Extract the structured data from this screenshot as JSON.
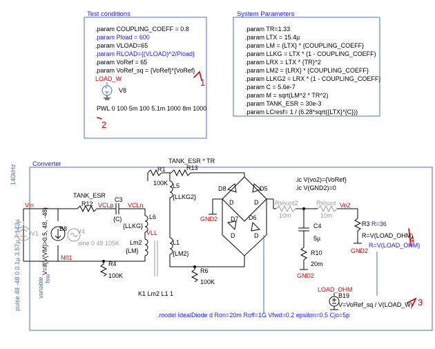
{
  "test_conditions": {
    "title": "Test conditions",
    "lines": [
      {
        "text": ".param COUPLING_COEFF = 0.8",
        "color": "#000000"
      },
      {
        "text": ".param Pload = 600",
        "color": "#1a1aff"
      },
      {
        "text": ".param VLOAD=65",
        "color": "#000000"
      },
      {
        "text": ".param RLOAD={(VLOAD)^2/Pload}",
        "color": "#1a1aff"
      },
      {
        "text": ".param VoRef = 65",
        "color": "#000000"
      },
      {
        "text": ".param VoRef_sq = {VoRef}*{VoRef}",
        "color": "#000000"
      }
    ],
    "source_label": "LOAD_W",
    "source_name": "V8",
    "pwl": "PWL 0 100 5m 100 5.1m 1000 8m 1000"
  },
  "system_parameters": {
    "title": "System Parameters",
    "lines": [
      ".param TR=1.33",
      ".param LTX = 15.4µ",
      ".param LM = {LTX} * {COUPLING_COEFF}",
      ".param LLKG = LTX * (1 - COUPLING_COEFF)",
      ".param LRX = LTX * {TR}^2",
      ".param LM2 = {LRX} * {COUPLING_COEFF}",
      ".param LLKG2 = LRX * (1 - COUPLING_COEFF)",
      ".param C = 5.6e-7",
      ".param M = sqrt(LM^2 * TR^2)",
      ".param TANK_ESR = 30e-3",
      ".param LCresf= 1 / (6.28*sqrt({LTX}*{C}))"
    ]
  },
  "converter": {
    "title": "Converter",
    "side_freq": "140kHz",
    "pulse_text": "pulse 48 -48 0 0.1µ 3.57µ 7.143µ",
    "variable_text": "variable",
    "fsw_text": "fsw",
    "sine_text": "sine 0 48 105K",
    "b8_expr": "V=if(V(VM)>0.5, 48, -48)",
    "model_text": ".model IdealDiode d Ron=20m Roff=1G Vfwd=0.2 epsilon=0.5 Cjo=5p",
    "ic_lines": [
      ".ic V(vo2)={VoRef}",
      ".ic V(GND2)=0"
    ],
    "tank_esr_tr": "TANK_ESR * TR",
    "tank_esr": "TANK_ESR",
    "coupling": "K1 Lm2 L1 1",
    "b19_expr": "V=VoRef_sq / V(LOAD_W)",
    "load_ohm": "LOAD_OHM",
    "r3_value": "R=36",
    "r3_expr": "R=V(LOAD_OHM)",
    "r3_expr2": "R=V(LOAD_OHM)"
  },
  "components": {
    "V1": "V1",
    "B8": "B8",
    "V4": "V4",
    "R12": "R12",
    "C3": "C3",
    "C3_val": "{C}",
    "L6": "L6",
    "L6_val": "{LLKG}",
    "Lm2": "Lm2",
    "Lm2_val": "{LM}",
    "R4": "R4",
    "R4_val": "100K",
    "R1": "R1",
    "R1_val": "100K",
    "R13": "R13",
    "L5": "L5",
    "L5_val": "{LLKG2}",
    "L1": "L1",
    "L1_val": "{LM2}",
    "R6": "R6",
    "R6_val": "100K",
    "D8": "D8",
    "D5": "D5",
    "D7": "D7",
    "D6": "D6",
    "D": "D",
    "Rshunt2": "Rshunt2",
    "Rshunt2_val": "10m",
    "Rshunt": "Rshunt",
    "Rshunt_val": "10m",
    "C4": "C4",
    "C4_val": "5µ",
    "R10": "R10",
    "R10_val": "20m",
    "R3": "R3",
    "B19": "B19"
  },
  "nets": {
    "vin": "Vin",
    "n01": "N01",
    "vclp": "VCLp",
    "vcln": "VCLn",
    "vll": "VLL",
    "gnd2": "GND2",
    "vo2": "Vo2"
  },
  "annotations": [
    "1",
    "2",
    "3",
    "4"
  ],
  "colors": {
    "wire": "#000000",
    "param_blue": "#1a1aff",
    "net_red": "#e00000",
    "inactive_gray": "#9a9a9a",
    "frame_blue": "#4a6fb8"
  }
}
